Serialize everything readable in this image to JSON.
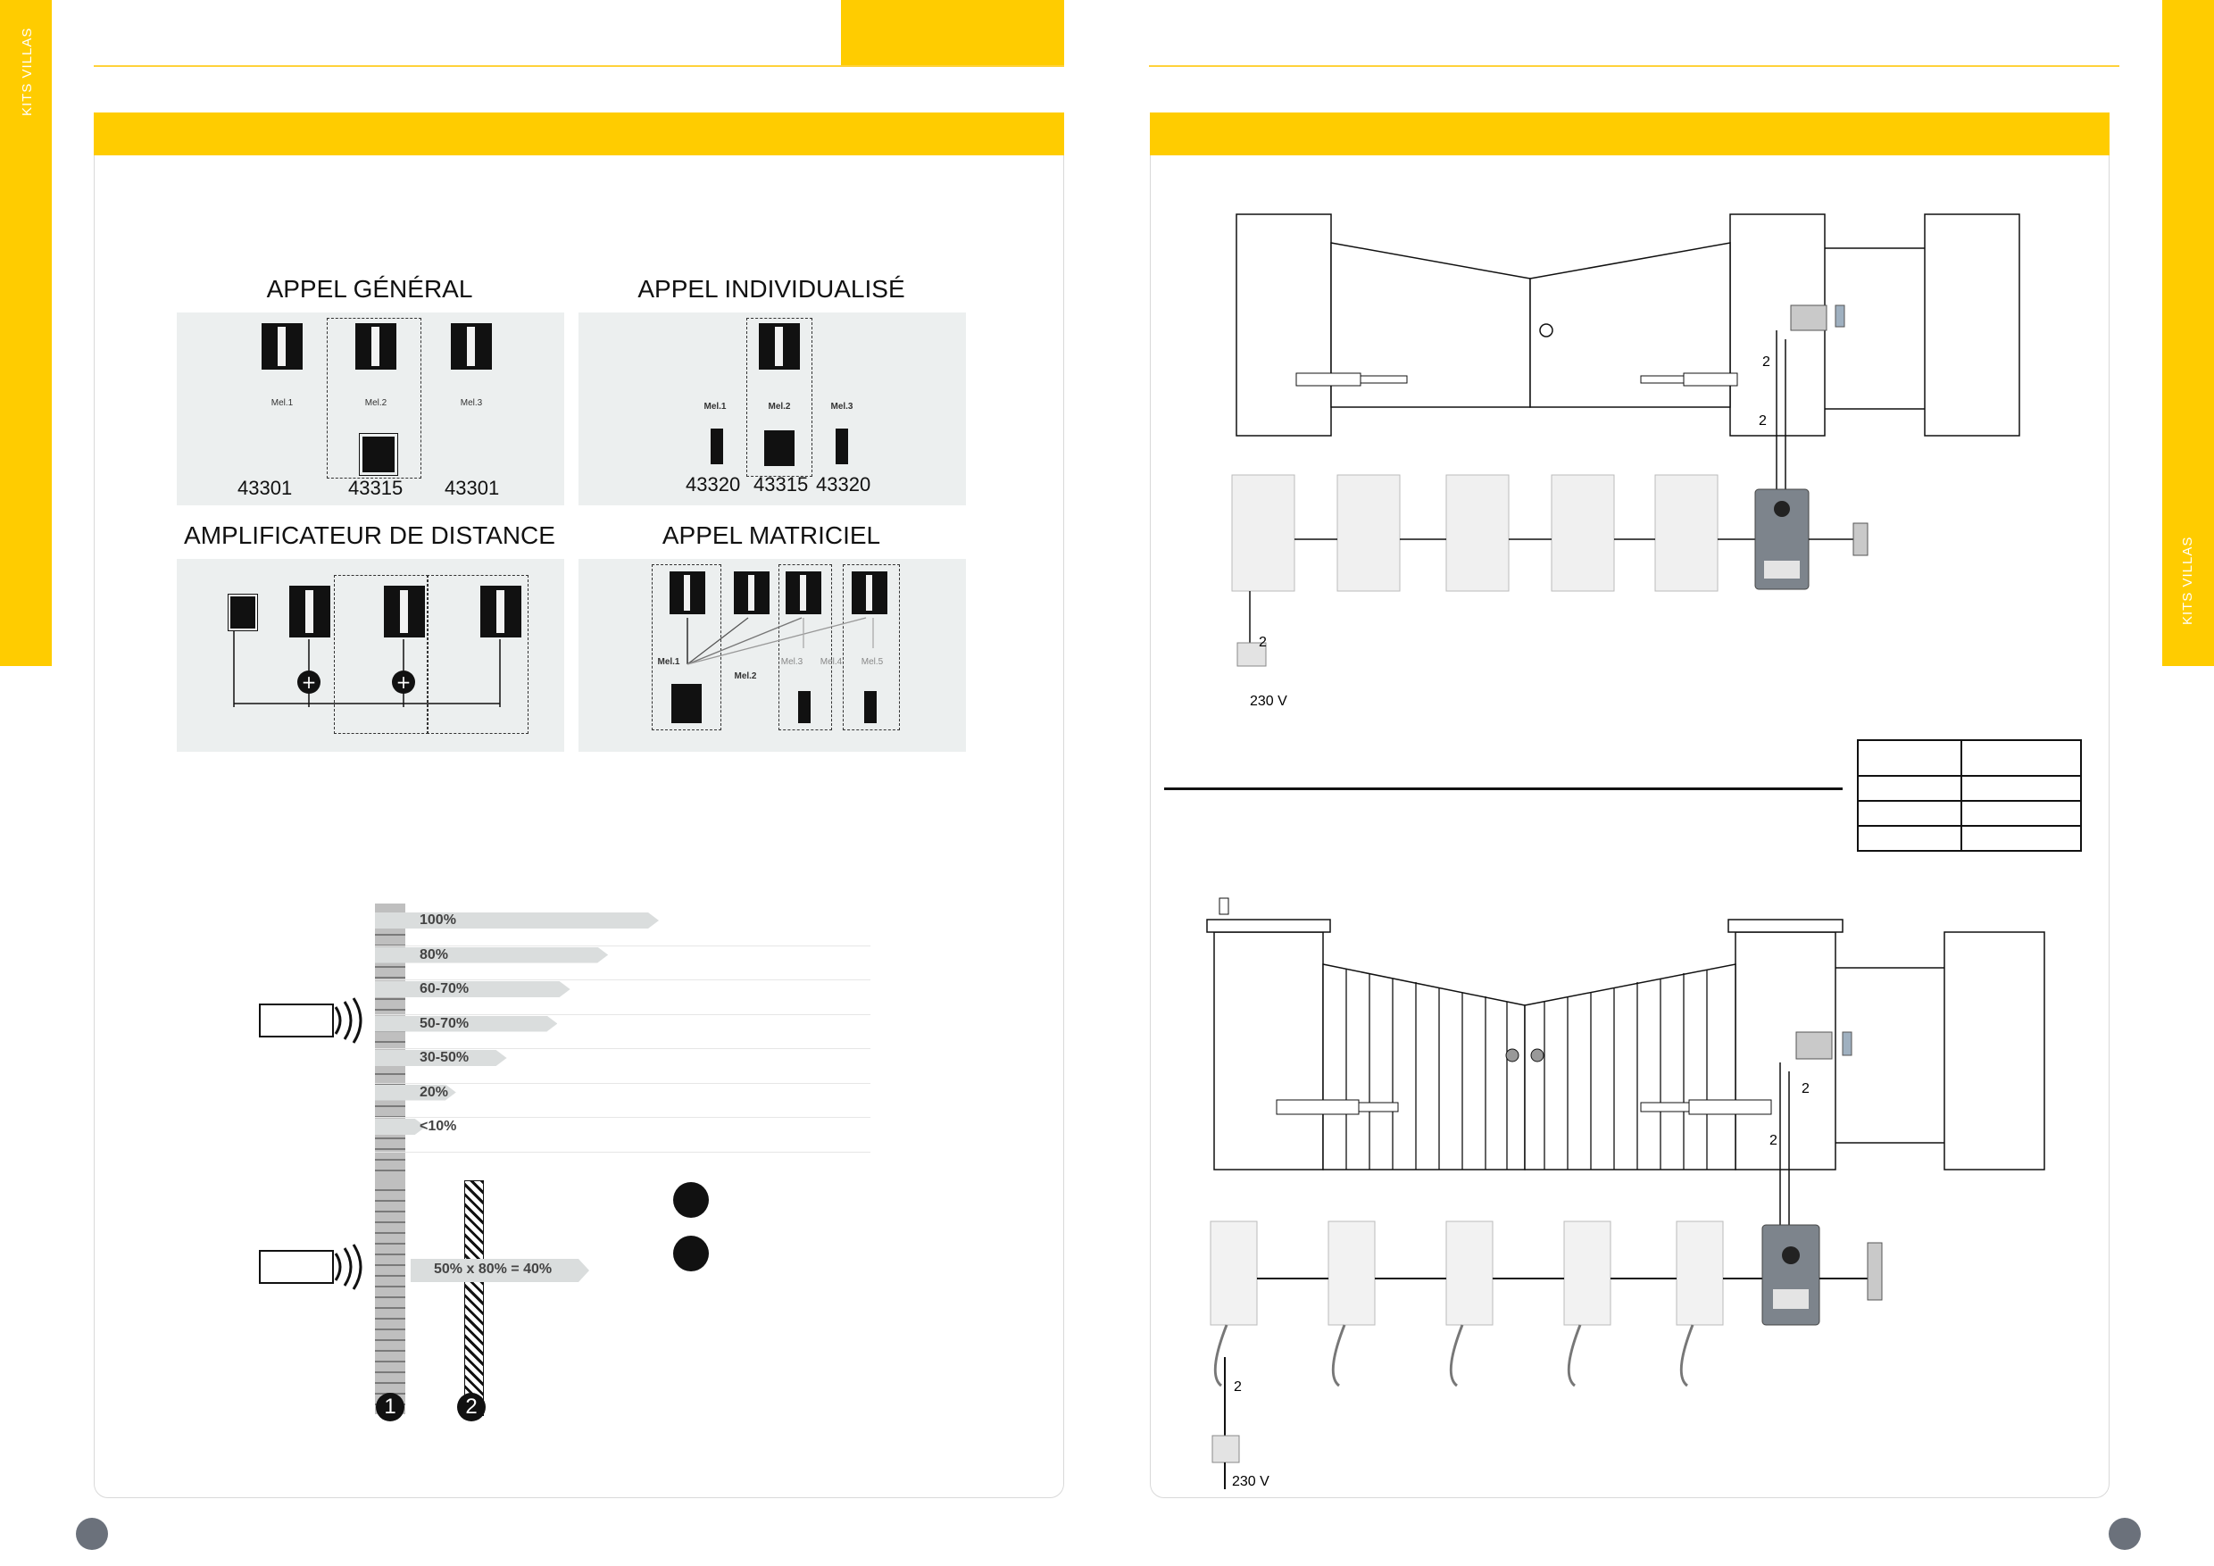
{
  "side_label": "KITS VILLAS",
  "left_page": {
    "sections": {
      "appel_general": {
        "title": "APPEL GÉNÉRAL",
        "melodies": [
          "Mel.1",
          "Mel.2",
          "Mel.3"
        ],
        "refs": [
          "43301",
          "43315",
          "43301"
        ]
      },
      "appel_individualise": {
        "title": "APPEL INDIVIDUALISÉ",
        "melodies": [
          "Mel.1",
          "Mel.2",
          "Mel.3"
        ],
        "refs": [
          "43320",
          "43315",
          "43320"
        ]
      },
      "amplificateur": {
        "title": "AMPLIFICATEUR DE DISTANCE"
      },
      "appel_matriciel": {
        "title": "APPEL MATRICIEL",
        "melodies": [
          "Mel.1",
          "Mel.2",
          "Mel.3",
          "Mel.4",
          "Mel.5"
        ]
      }
    },
    "signal_chart": {
      "bars": [
        {
          "label": "100%",
          "value": 100
        },
        {
          "label": "80%",
          "value": 80
        },
        {
          "label": "60-70%",
          "value": 65
        },
        {
          "label": "50-70%",
          "value": 60
        },
        {
          "label": "30-50%",
          "value": 40
        },
        {
          "label": "20%",
          "value": 20
        },
        {
          "label": "<10%",
          "value": 8
        }
      ],
      "combined_label": "50% x 80% = 40%",
      "wall_markers": [
        "1",
        "2"
      ]
    }
  },
  "right_page": {
    "diagram_top": {
      "wire_labels": [
        "2",
        "2",
        "2"
      ],
      "voltage": "230 V"
    },
    "diagram_bottom": {
      "wire_labels": [
        "2",
        "2",
        "2"
      ],
      "voltage": "230 V"
    }
  },
  "colors": {
    "accent": "#ffcc00",
    "panel_border": "#d9d9d9",
    "diagram_bg": "#ecefef",
    "page_dot": "#6b717b"
  }
}
